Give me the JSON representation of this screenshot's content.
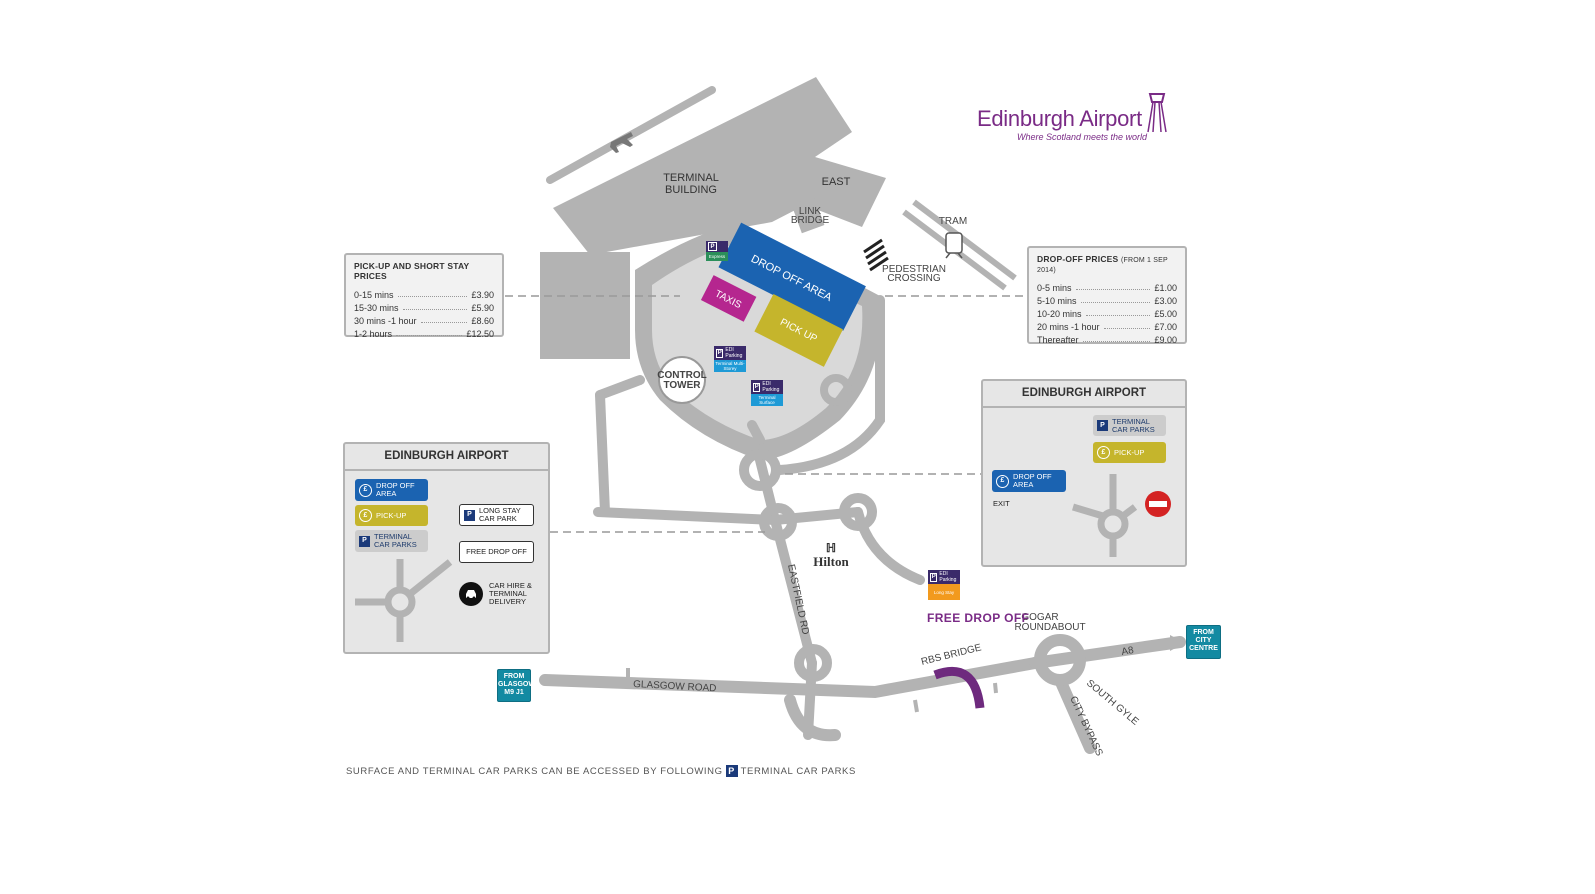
{
  "logo": {
    "name": "Edinburgh Airport",
    "tagline": "Where Scotland meets the world"
  },
  "map_labels": {
    "terminal_building_1": "TERMINAL",
    "terminal_building_2": "BUILDING",
    "east": "EAST",
    "link_bridge_1": "LINK",
    "link_bridge_2": "BRIDGE",
    "tram": "TRAM",
    "pedestrian_crossing_1": "PEDESTRIAN",
    "pedestrian_crossing_2": "CROSSING",
    "drop_off_area": "DROP OFF AREA",
    "taxis": "TAXIS",
    "pick_up": "PICK UP",
    "control_tower_1": "CONTROL",
    "control_tower_2": "TOWER",
    "hilton": "Hilton",
    "eastfield_rd": "EASTFIELD RD",
    "glasgow_road": "GLASGOW ROAD",
    "rbs_bridge": "RBS BRIDGE",
    "gogar_roundabout_1": "GOGAR",
    "gogar_roundabout_2": "ROUNDABOUT",
    "a8": "A8",
    "south_gyle": "SOUTH GYLE",
    "city_bypass": "CITY BYPASS",
    "free_drop_off": "FREE DROP OFF"
  },
  "parking_signs": {
    "brand": "EDI Parking",
    "express": "Express",
    "terminal_multi_storey": "Terminal Multi-Storey",
    "terminal_surface": "Terminal Surface",
    "long_stay": "Long Stay"
  },
  "signs": {
    "from_glasgow": [
      "FROM",
      "GLASGOW",
      "M9 J1"
    ],
    "from_city_centre": [
      "FROM",
      "CITY",
      "CENTRE"
    ]
  },
  "pickup_prices": {
    "title": "PICK-UP AND SHORT STAY PRICES",
    "rows": [
      {
        "label": "0-15 mins",
        "price": "£3.90"
      },
      {
        "label": "15-30 mins",
        "price": "£5.90"
      },
      {
        "label": "30 mins -1 hour",
        "price": "£8.60"
      },
      {
        "label": "1-2 hours",
        "price": "£12.50"
      }
    ]
  },
  "dropoff_prices": {
    "title": "DROP-OFF PRICES",
    "title_note": "(FROM 1 SEP 2014)",
    "rows": [
      {
        "label": "0-5 mins",
        "price": "£1.00"
      },
      {
        "label": "5-10 mins",
        "price": "£3.00"
      },
      {
        "label": "10-20 mins",
        "price": "£5.00"
      },
      {
        "label": "20 mins -1 hour",
        "price": "£7.00"
      },
      {
        "label": "Thereafter",
        "price": "£9.00"
      }
    ]
  },
  "left_panel": {
    "title": "EDINBURGH AIRPORT",
    "drop_off": "DROP OFF AREA",
    "pick_up": "PICK-UP",
    "terminal_car_parks": "TERMINAL CAR PARKS",
    "long_stay": "LONG STAY CAR PARK",
    "free_drop_off": "FREE DROP OFF",
    "car_hire": "CAR HIRE & TERMINAL DELIVERY"
  },
  "right_panel": {
    "title": "EDINBURGH AIRPORT",
    "terminal_car_parks": "TERMINAL CAR PARKS",
    "pick_up": "PICK-UP",
    "drop_off": "DROP OFF AREA",
    "exit": "EXIT"
  },
  "footer": {
    "text_before": "SURFACE AND TERMINAL CAR PARKS CAN BE ACCESSED BY FOLLOWING",
    "text_after": "TERMINAL CAR PARKS"
  },
  "colors": {
    "road": "#b3b3b3",
    "drop_off": "#1b63b1",
    "taxis": "#b5268f",
    "pick_up": "#c5b52c",
    "brand_purple": "#7a2b86",
    "teal": "#138aa2"
  }
}
